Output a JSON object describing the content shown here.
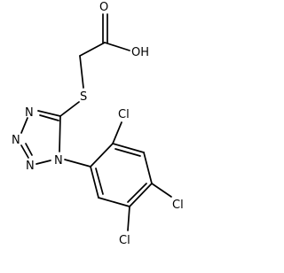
{
  "molecule": {
    "atoms": {
      "oh": "OH",
      "o_carbonyl": "O",
      "s": "S",
      "n_top": "N",
      "n_upper": "N",
      "n_lower": "N",
      "n_sub": "N",
      "cl_top": "Cl",
      "cl_right": "Cl",
      "cl_bottom": "Cl"
    }
  }
}
